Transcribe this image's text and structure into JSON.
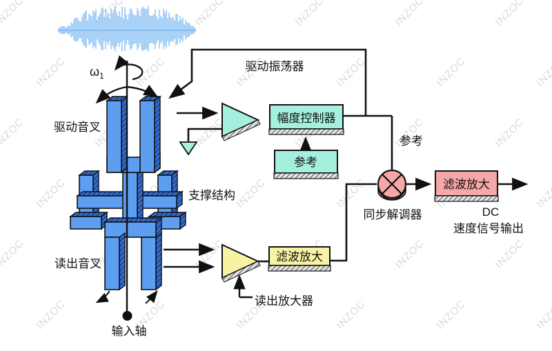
{
  "figure": {
    "watermark": "INZOC",
    "labels": {
      "omega": "ω",
      "omega_sub": "1",
      "drive_fork": "驱动音叉",
      "support_structure": "支撑结构",
      "readout_fork": "读出音叉",
      "input_axis": "输入轴",
      "drive_oscillator": "驱动振荡器",
      "amplitude_controller": "幅度控制器",
      "reference_box": "参考",
      "reference_tap": "参考",
      "sync_demodulator": "同步解调器",
      "filter_amp_drive_path": "滤波放大",
      "dc": "DC",
      "velocity_output": "速度信号输出",
      "filter_amp_readout": "滤波放大",
      "readout_amplifier": "读出放大器"
    },
    "colors": {
      "teal": "#A5EFDE",
      "yellow": "#F8F2A3",
      "pink": "#F6A7A7",
      "pink_dark": "#EC8585",
      "fork_blue": "#5D9EF0",
      "fork_blue_dark": "#2F6CD8",
      "wave_blue": "#7DB9F2",
      "line": "#111111",
      "hatch_strip": "#E4E4E4",
      "watermark_gray": "#CBCBCB"
    }
  }
}
